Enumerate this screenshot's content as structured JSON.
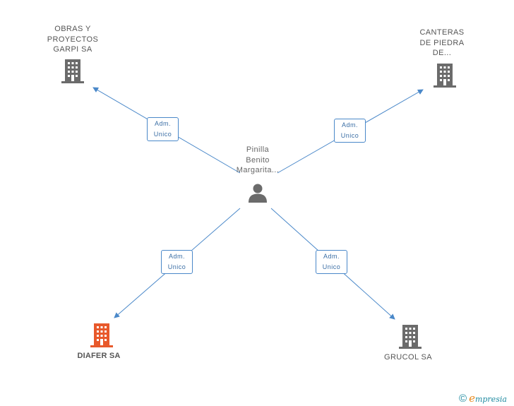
{
  "center": {
    "name_lines": [
      "Pinilla",
      "Benito",
      "Margarita..."
    ]
  },
  "companies": [
    {
      "id": "obras",
      "lines": [
        "OBRAS Y",
        "PROYECTOS",
        "GARPI SA"
      ],
      "highlight": false
    },
    {
      "id": "canteras",
      "lines": [
        "CANTERAS",
        "DE PIEDRA",
        "DE..."
      ],
      "highlight": false
    },
    {
      "id": "diafer",
      "lines": [
        "DIAFER SA"
      ],
      "highlight": true
    },
    {
      "id": "grucol",
      "lines": [
        "GRUCOL SA"
      ],
      "highlight": false
    }
  ],
  "relations": [
    {
      "to": "obras",
      "lines": [
        "Adm.",
        "Unico"
      ]
    },
    {
      "to": "canteras",
      "lines": [
        "Adm.",
        "Unico"
      ]
    },
    {
      "to": "diafer",
      "lines": [
        "Adm.",
        "Unico"
      ]
    },
    {
      "to": "grucol",
      "lines": [
        "Adm.",
        "Unico"
      ]
    }
  ],
  "colors": {
    "edge": "#4a88c9",
    "building": "#6b6b6b",
    "building_highlight": "#e8592b",
    "person": "#6b6b6b"
  },
  "brand": {
    "copyright_symbol": "©",
    "initial": "e",
    "rest": "mpresia"
  }
}
